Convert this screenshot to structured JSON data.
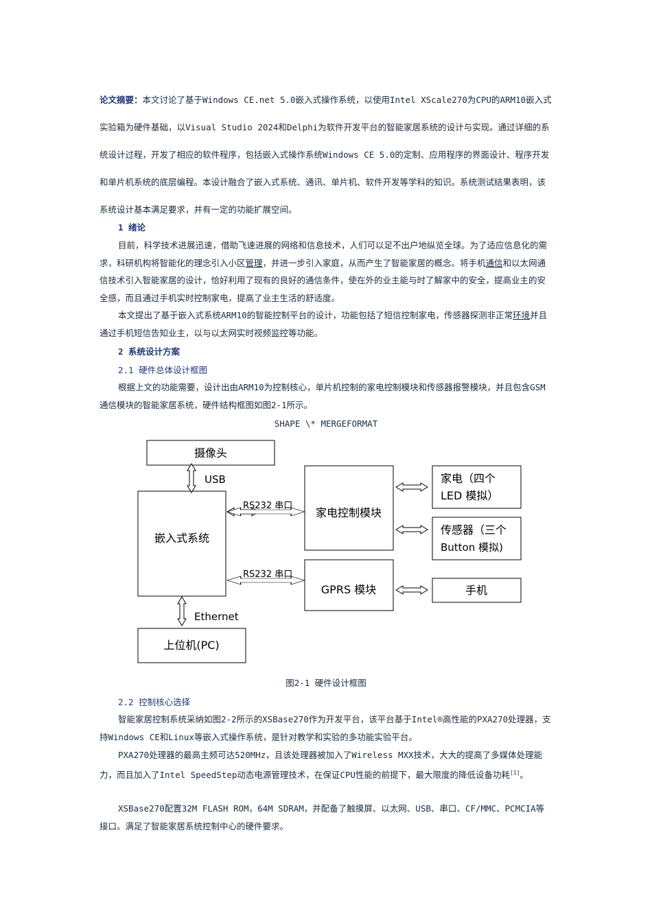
{
  "abstract": {
    "lead": "论文摘要：",
    "text": "本文讨论了基于Windows CE.net 5.0嵌入式操作系统，以使用Intel XScale270为CPU的ARM10嵌入式实验箱为硬件基础，以Visual Studio 2024和Delphi为软件开发平台的智能家居系统的设计与实现。通过详细的系统设计过程，开发了相应的软件程序，包括嵌入式操作系统Windows CE 5.0的定制、应用程序的界面设计、程序开发和单片机系统的底层编程。本设计融合了嵌入式系统、通讯、单片机、软件开发等学科的知识。系统测试结果表明，该系统设计基本满足要求，并有一定的功能扩展空间。"
  },
  "section1": {
    "heading": "1 绪论",
    "p1_a": "目前，科学技术进展迅速，借助飞速进展的网络和信息技术，人们可以足不出户地纵览全球。为了适应信息化的需求，科研机构将智能化的理念引入小区",
    "p1_link1": "管理",
    "p1_b": "，并进一步引入家庭，从而产生了智能家居的概念。将手机",
    "p1_link2": "通信",
    "p1_c": "和以太网通信技术引入智能家居的设计，恰好利用了现有的良好的通信条件，使在外的业主能与时了解家中的安全，提高业主的安全感，而且通过手机实时控制家电，提高了业主生活的舒适度。",
    "p2_a": "本文提出了基于嵌入式系统ARM10的智能控制平台的设计，功能包括了短信控制家电，传感器探测非正常",
    "p2_link": "环境",
    "p2_b": "并且通过手机短信告知业主，以与以太网实时视频监控等功能。"
  },
  "section2": {
    "heading": "2 系统设计方案",
    "sub1": "2.1 硬件总体设计框图",
    "p1": "根据上文的功能需要，设计出由ARM10为控制核心，单片机控制的家电控制模块和传感器报警模块，并且包含GSM通信模块的智能家居系统，硬件结构框图如图2-1所示。",
    "shape_field": "SHAPE  \\* MERGEFORMAT",
    "diagram": {
      "camera": "摄像头",
      "usb": "USB",
      "embedded": "嵌入式系统",
      "rs232_1": "RS232 串口",
      "rs232_2": "RS232 串口",
      "appliance_ctrl": "家电控制模块",
      "appliance_line1": "家电（四个",
      "appliance_line2": "LED 模拟）",
      "sensor_line1": "传感器（三个",
      "sensor_line2": "Button 模拟)",
      "gprs": "GPRS 模块",
      "phone": "手机",
      "ethernet": "Ethernet",
      "pc": "上位机(PC)"
    },
    "figure_caption": "图2-1 硬件设计框图",
    "sub2": "2.2 控制核心选择",
    "p2": "智能家居控制系统采纳如图2-2所示的XSBase270作为开发平台，该平台基于Intel®高性能的PXA270处理器，支持Windows CE和Linux等嵌入式操作系统，是针对教学和实验的多功能实验平台。",
    "p3": "PXA270处理器的最高主频可达520MHz，且该处理器被加入了Wireless MXX技术，大大的提高了多媒体处理能力，而且加入了Intel SpeedStep动态电源管理技术，在保证CPU性能的前提下，最大限度的降低设备功耗",
    "p3_ref": "[1]",
    "p3_end": "。",
    "p4": "XSBase270配置32M FLASH ROM，64M SDRAM，并配备了触摸屏、以太网、USB、串口、CF/MMC、PCMCIA等接口。满足了智能家居系统控制中心的硬件要求。"
  },
  "colors": {
    "text": "#1a2b3c",
    "heading": "#1f3a7a"
  }
}
